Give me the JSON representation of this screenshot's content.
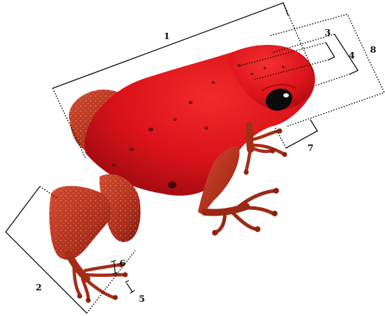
{
  "figure": {
    "labels": [
      {
        "id": "1",
        "text": "1"
      },
      {
        "id": "2",
        "text": "2"
      },
      {
        "id": "3",
        "text": "3"
      },
      {
        "id": "4",
        "text": "4"
      },
      {
        "id": "5",
        "text": "5"
      },
      {
        "id": "6",
        "text": "6"
      },
      {
        "id": "7",
        "text": "7"
      },
      {
        "id": "8",
        "text": "8"
      }
    ],
    "colors": {
      "body": "#e0141b",
      "body_dark": "#9e0b10",
      "leg": "#c4321e",
      "leg_dark": "#8a1a10",
      "spots": "#4a0606",
      "eye": "#0b0b0b",
      "lines": "#111111"
    }
  }
}
